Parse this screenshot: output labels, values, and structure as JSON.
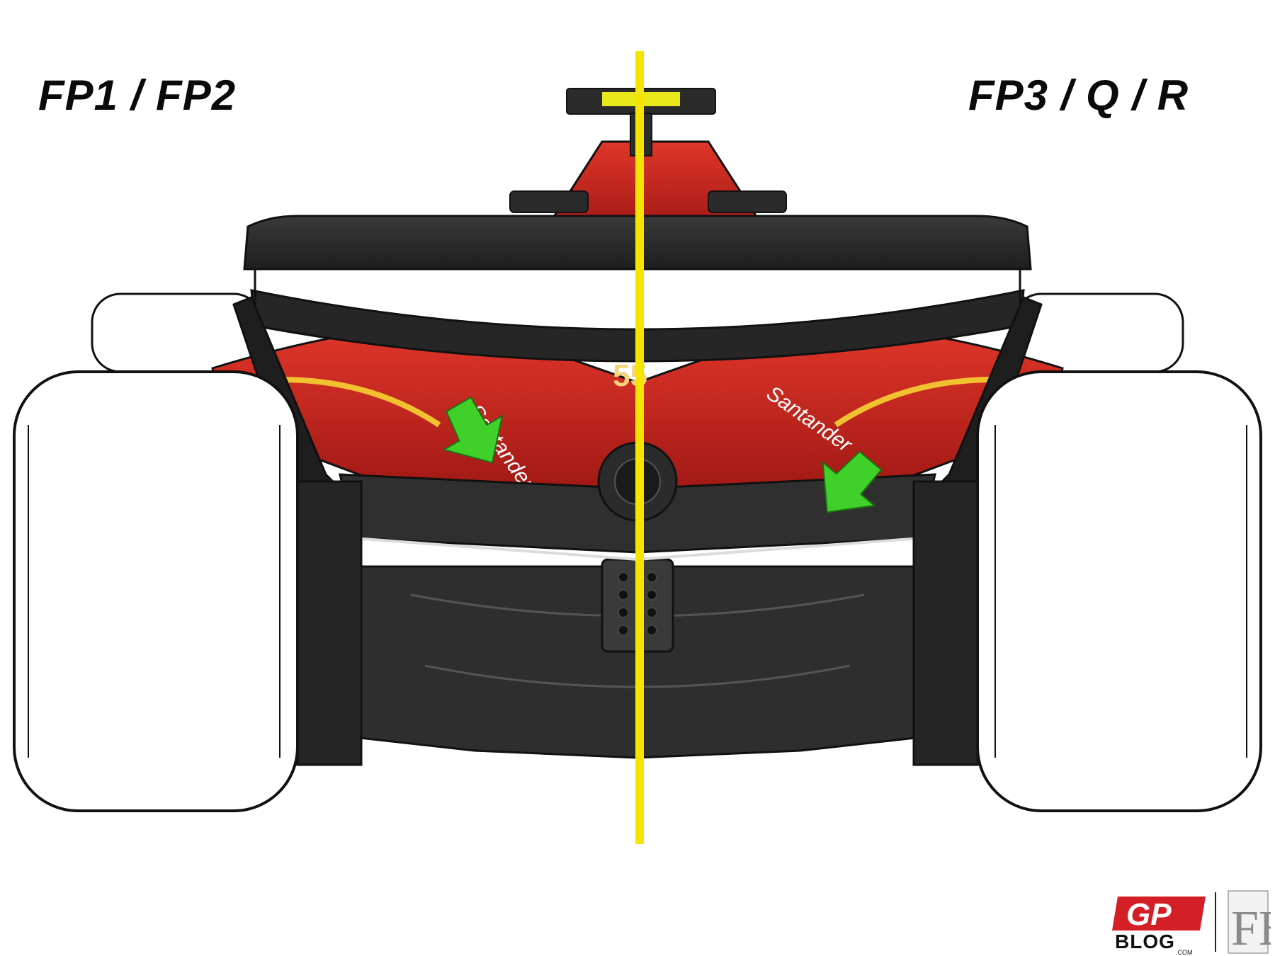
{
  "labels": {
    "left": "FP1 / FP2",
    "right": "FP3 / Q / R"
  },
  "car": {
    "body_color": "#c8201e",
    "wing_color": "#2b2b2b",
    "floor_color": "#333333",
    "tyre_color": "#ffffff",
    "sponsor_text": "Santander",
    "car_number": "55"
  },
  "divider": {
    "color": "#f5e400"
  },
  "arrows": {
    "color": "#3fd12a"
  },
  "branding": {
    "gp": "GP",
    "blog": "BLOG",
    "com": ".COM",
    "fb": "FB"
  }
}
